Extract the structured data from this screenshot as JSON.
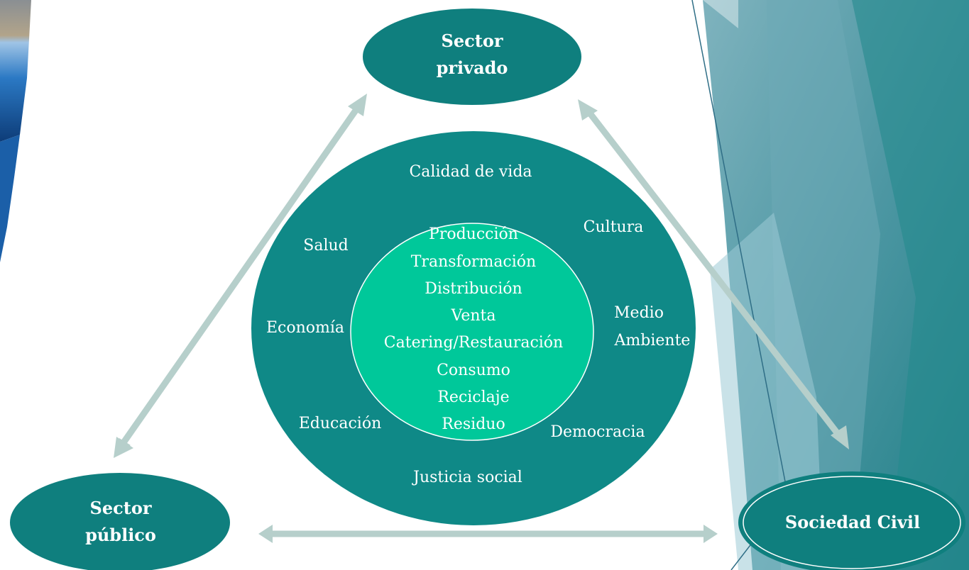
{
  "nodes": {
    "top": [
      "Sector",
      "privado"
    ],
    "left": [
      "Sector",
      "público"
    ],
    "right": [
      "Sociedad Civil"
    ]
  },
  "outer_ring": {
    "calidad": "Calidad de vida",
    "cultura": "Cultura",
    "salud": "Salud",
    "medio_1": "Medio",
    "medio_2": "Ambiente",
    "economia": "Economía",
    "educacion": "Educación",
    "democracia": "Democracia",
    "justicia": "Justicia social"
  },
  "inner_circle": [
    "Producción",
    "Transformación",
    "Distribución",
    "Venta",
    "Catering/Restauración",
    "Consumo",
    "Reciclaje",
    "Residuo"
  ],
  "colors": {
    "node_fill": "#0f7f7e",
    "outer_fill": "#0f8987",
    "inner_fill": "#00c89a",
    "arrow": "#b6cfcb"
  }
}
